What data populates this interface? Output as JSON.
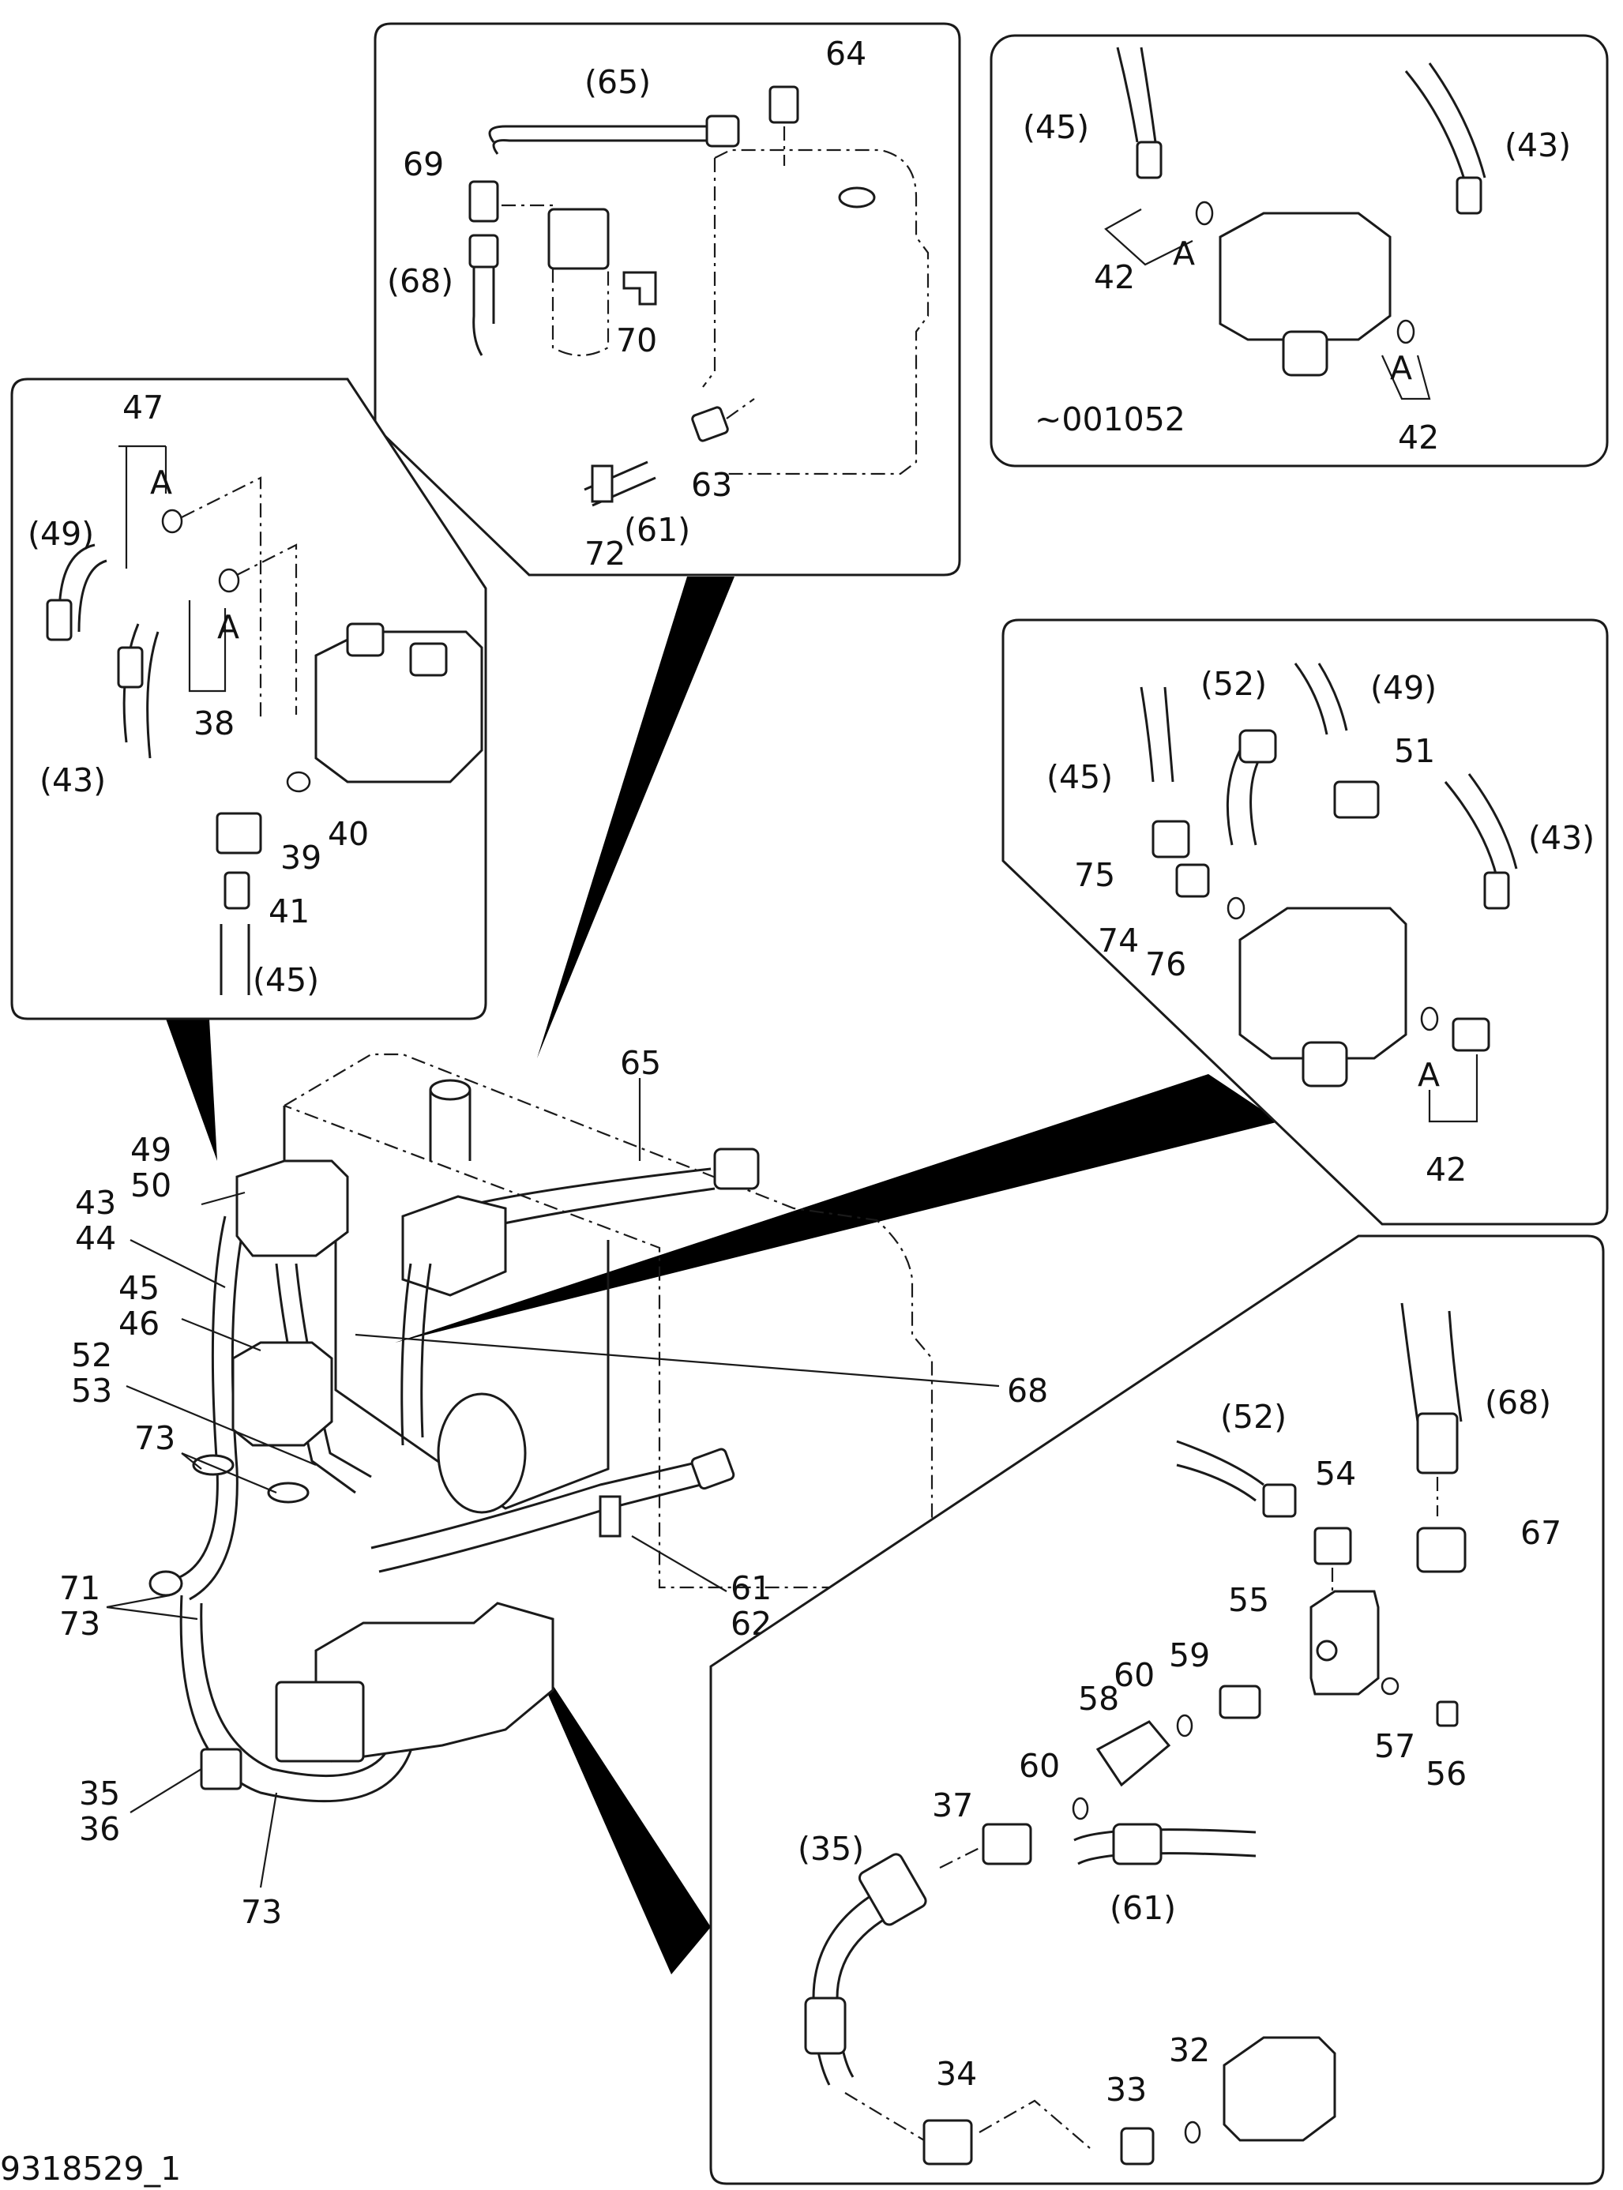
{
  "drawing": {
    "figure_id": "9318529_1",
    "serial_note": "~001052",
    "labels": {
      "p65a": "(65)",
      "p64a": "64",
      "p69a": "69",
      "p68a": "(68)",
      "p70a": "70",
      "p63a": "63",
      "p61a": "(61)",
      "p72a": "72",
      "p45a": "(45)",
      "p43a": "(43)",
      "Aa": "A",
      "p42a": "42",
      "Ab": "A",
      "p42b": "42",
      "p47": "47",
      "Ac": "A",
      "p49a": "(49)",
      "Ad": "A",
      "p38": "38",
      "p43b": "(43)",
      "p40": "40",
      "p39": "39",
      "p41": "41",
      "p45b": "(45)",
      "p52a": "(52)",
      "p49b": "(49)",
      "p45c": "(45)",
      "p51": "51",
      "p43c": "(43)",
      "p75": "75",
      "p74": "74",
      "p76": "76",
      "Ae": "A",
      "p42c": "42",
      "p65": "65",
      "p49": "49",
      "p50": "50",
      "p43": "43",
      "p44": "44",
      "p45": "45",
      "p46": "46",
      "p52": "52",
      "p53": "53",
      "p68": "68",
      "p73a": "73",
      "p71": "71",
      "p73b": "73",
      "p61": "61",
      "p62": "62",
      "p35": "35",
      "p36": "36",
      "p73c": "73",
      "p52b": "(52)",
      "p54": "54",
      "p68b": "(68)",
      "p67": "67",
      "p55": "55",
      "p59": "59",
      "p60a": "60",
      "p58": "58",
      "p60b": "60",
      "p57": "57",
      "p56": "56",
      "p37": "37",
      "p35b": "(35)",
      "p61b": "(61)",
      "p34": "34",
      "p33": "33",
      "p32": "32"
    }
  }
}
